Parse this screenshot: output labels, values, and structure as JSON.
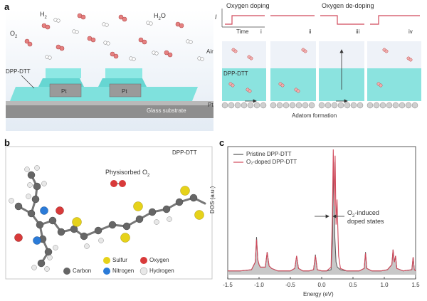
{
  "panels": {
    "a": "a",
    "b": "b",
    "c": "c"
  },
  "panel_a": {
    "device": {
      "h2": "H",
      "h2_sub": "2",
      "h2o": "H",
      "h2o_sub": "2",
      "h2o_o": "O",
      "o2": "O",
      "o2_sub": "2",
      "dpp_label": "DPP-DTT",
      "pt_left": "Pt",
      "pt_right": "Pt",
      "glass": "Glass substrate"
    },
    "schematic": {
      "oxygen_doping": "Oxygen doping",
      "oxygen_dedoping": "Oxygen de-doping",
      "current_symbol": "I",
      "time_label": "Time",
      "stages": [
        "i",
        "ii",
        "iii",
        "iv"
      ],
      "air_label": "Air",
      "dpp_label": "DPP-DTT",
      "pt_label": "Pt",
      "adatom_label": "Adatom formation"
    }
  },
  "panel_b": {
    "title": "DPP-DTT",
    "physisorbed": "Physisorbed O",
    "physisorbed_sub": "2",
    "legend": {
      "sulfur": "Sulfur",
      "oxygen": "Oxygen",
      "carbon": "Carbon",
      "nitrogen": "Nitrogen",
      "hydrogen": "Hydrogen"
    },
    "colors": {
      "sulfur": "#e6d21a",
      "oxygen": "#d83a3a",
      "carbon": "#666666",
      "nitrogen": "#2b7bd8",
      "hydrogen": "#e6e6e6"
    }
  },
  "panel_c": {
    "annotation_line1": "O",
    "annotation_sub": "2",
    "annotation_line1_rest": "-induced",
    "annotation_line2": "doped states"
  },
  "chart_data": {
    "type": "line",
    "xlabel": "Energy (eV)",
    "ylabel": "DOS (a.u.)",
    "xlim": [
      -1.5,
      1.5
    ],
    "xticks": [
      "-1.5",
      "-1.0",
      "-0.5",
      "0.0",
      "0.5",
      "1.0",
      "1.5"
    ],
    "legend_position": "top-left",
    "series": [
      {
        "name": "Pristine DPP-DTT",
        "color": "#555555",
        "x": [
          -1.5,
          -1.3,
          -1.12,
          -1.06,
          -1.04,
          -1.02,
          -1.0,
          -0.98,
          -0.9,
          -0.87,
          -0.84,
          -0.8,
          -0.7,
          -0.5,
          -0.43,
          -0.4,
          -0.37,
          -0.3,
          -0.2,
          -0.13,
          -0.1,
          -0.07,
          0.0,
          0.08,
          0.15,
          0.17,
          0.19,
          0.21,
          0.23,
          0.25,
          0.3,
          0.4,
          0.6,
          0.68,
          0.7,
          0.72,
          0.8,
          0.95,
          1.05,
          1.12,
          1.14,
          1.16,
          1.18,
          1.2,
          1.3,
          1.44,
          1.46,
          1.48,
          1.5
        ],
        "y": [
          0.03,
          0.03,
          0.04,
          0.1,
          0.3,
          0.12,
          0.08,
          0.06,
          0.06,
          0.18,
          0.07,
          0.05,
          0.03,
          0.03,
          0.05,
          0.15,
          0.05,
          0.03,
          0.03,
          0.04,
          0.16,
          0.04,
          0.03,
          0.03,
          0.04,
          0.25,
          0.9,
          0.3,
          0.1,
          0.06,
          0.04,
          0.03,
          0.03,
          0.05,
          0.18,
          0.05,
          0.03,
          0.03,
          0.04,
          0.08,
          0.2,
          0.1,
          0.15,
          0.05,
          0.03,
          0.04,
          0.14,
          0.04,
          0.03
        ]
      },
      {
        "name": "O₂-doped DPP-DTT",
        "color": "#d1495b",
        "x": [
          -1.5,
          -1.3,
          -1.12,
          -1.06,
          -1.04,
          -1.02,
          -1.0,
          -0.98,
          -0.9,
          -0.87,
          -0.84,
          -0.8,
          -0.7,
          -0.5,
          -0.43,
          -0.4,
          -0.37,
          -0.3,
          -0.2,
          -0.13,
          -0.1,
          -0.07,
          0.0,
          0.08,
          0.15,
          0.17,
          0.185,
          0.2,
          0.215,
          0.23,
          0.245,
          0.27,
          0.3,
          0.4,
          0.6,
          0.68,
          0.7,
          0.72,
          0.8,
          0.95,
          1.05,
          1.12,
          1.14,
          1.16,
          1.18,
          1.2,
          1.3,
          1.44,
          1.46,
          1.48,
          1.5
        ],
        "y": [
          0.03,
          0.03,
          0.04,
          0.1,
          0.28,
          0.12,
          0.08,
          0.06,
          0.06,
          0.18,
          0.07,
          0.05,
          0.03,
          0.03,
          0.05,
          0.15,
          0.05,
          0.03,
          0.03,
          0.04,
          0.15,
          0.04,
          0.03,
          0.03,
          0.06,
          0.45,
          1.0,
          0.55,
          0.95,
          0.4,
          0.6,
          0.15,
          0.05,
          0.03,
          0.03,
          0.05,
          0.17,
          0.05,
          0.03,
          0.03,
          0.04,
          0.08,
          0.2,
          0.1,
          0.15,
          0.05,
          0.03,
          0.04,
          0.14,
          0.04,
          0.03
        ]
      }
    ]
  }
}
